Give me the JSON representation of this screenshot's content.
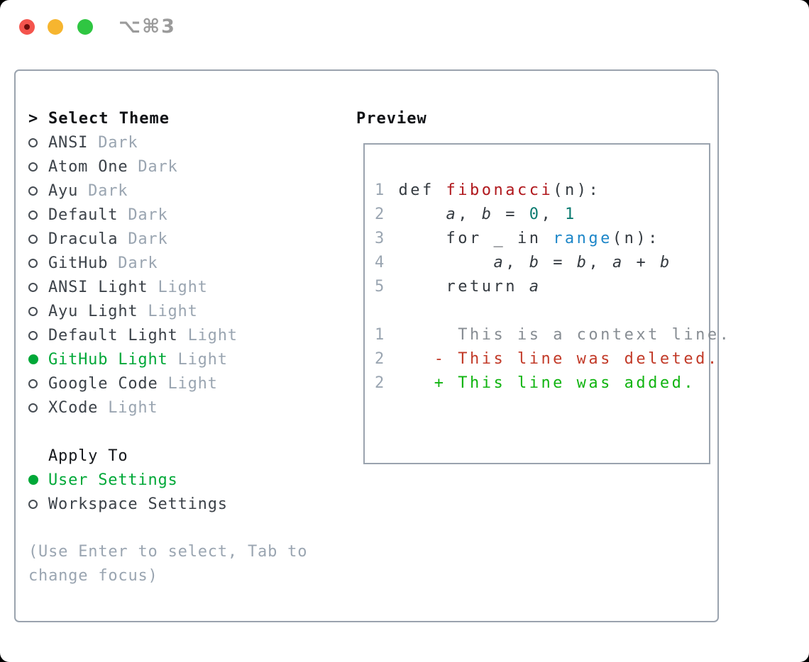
{
  "window": {
    "title": "⌥⌘3",
    "traffic_lights": [
      "close",
      "minimize",
      "zoom"
    ]
  },
  "colors": {
    "panel_border": "#9aa3ae",
    "selection_green": "#00a838",
    "muted_gray": "#9aa5b1",
    "item_text": "#3c4249",
    "function_red": "#b0181d",
    "number_teal": "#0b7b70",
    "builtin_blue": "#1d86c8",
    "diff_deleted_red": "#c23a28",
    "diff_added_green": "#10b410",
    "traffic_red": "#f4544d",
    "traffic_yellow": "#f6b52f",
    "traffic_green": "#2fc642"
  },
  "theme_picker": {
    "header_marker": ">",
    "header": "Select Theme",
    "items": [
      {
        "name": "ANSI",
        "variant": "Dark",
        "selected": false
      },
      {
        "name": "Atom One",
        "variant": "Dark",
        "selected": false
      },
      {
        "name": "Ayu",
        "variant": "Dark",
        "selected": false
      },
      {
        "name": "Default",
        "variant": "Dark",
        "selected": false
      },
      {
        "name": "Dracula",
        "variant": "Dark",
        "selected": false
      },
      {
        "name": "GitHub",
        "variant": "Dark",
        "selected": false
      },
      {
        "name": "ANSI Light",
        "variant": "Light",
        "selected": false
      },
      {
        "name": "Ayu Light",
        "variant": "Light",
        "selected": false
      },
      {
        "name": "Default Light",
        "variant": "Light",
        "selected": false
      },
      {
        "name": "GitHub Light",
        "variant": "Light",
        "selected": true
      },
      {
        "name": "Google Code",
        "variant": "Light",
        "selected": false
      },
      {
        "name": "XCode",
        "variant": "Light",
        "selected": false
      }
    ],
    "apply_to": {
      "header": "Apply To",
      "items": [
        {
          "name": "User Settings",
          "selected": true
        },
        {
          "name": "Workspace Settings",
          "selected": false
        }
      ]
    },
    "hint": "(Use Enter to select, Tab to change focus)"
  },
  "preview": {
    "title": "Preview",
    "code_lines": [
      [
        {
          "t": "1 ",
          "s": "ln"
        },
        {
          "t": "def ",
          "s": "code"
        },
        {
          "t": "fibonacci",
          "s": "fn"
        },
        {
          "t": "(n):",
          "s": "code"
        }
      ],
      [
        {
          "t": "2 ",
          "s": "ln"
        },
        {
          "t": "    ",
          "s": "code"
        },
        {
          "t": "a",
          "s": "var"
        },
        {
          "t": ", ",
          "s": "code"
        },
        {
          "t": "b",
          "s": "var"
        },
        {
          "t": " = ",
          "s": "code"
        },
        {
          "t": "0",
          "s": "num"
        },
        {
          "t": ", ",
          "s": "code"
        },
        {
          "t": "1",
          "s": "num"
        }
      ],
      [
        {
          "t": "3 ",
          "s": "ln"
        },
        {
          "t": "    for _ in ",
          "s": "code"
        },
        {
          "t": "range",
          "s": "blue"
        },
        {
          "t": "(n):",
          "s": "code"
        }
      ],
      [
        {
          "t": "4 ",
          "s": "ln"
        },
        {
          "t": "        ",
          "s": "code"
        },
        {
          "t": "a",
          "s": "var"
        },
        {
          "t": ", ",
          "s": "code"
        },
        {
          "t": "b",
          "s": "var"
        },
        {
          "t": " = ",
          "s": "code"
        },
        {
          "t": "b",
          "s": "var"
        },
        {
          "t": ", ",
          "s": "code"
        },
        {
          "t": "a",
          "s": "var"
        },
        {
          "t": " + ",
          "s": "code"
        },
        {
          "t": "b",
          "s": "var"
        }
      ],
      [
        {
          "t": "5 ",
          "s": "ln"
        },
        {
          "t": "    return ",
          "s": "code"
        },
        {
          "t": "a",
          "s": "var"
        }
      ]
    ],
    "diff_lines": [
      [
        {
          "t": "1",
          "s": "ln"
        },
        {
          "t": "      ",
          "s": "code"
        },
        {
          "t": "This is a context line.",
          "s": "ctx"
        }
      ],
      [
        {
          "t": "2",
          "s": "ln"
        },
        {
          "t": "    ",
          "s": "code"
        },
        {
          "t": "- This line was deleted.",
          "s": "del"
        }
      ],
      [
        {
          "t": "2",
          "s": "ln"
        },
        {
          "t": "    ",
          "s": "code"
        },
        {
          "t": "+ This line was added.",
          "s": "add"
        }
      ]
    ]
  }
}
